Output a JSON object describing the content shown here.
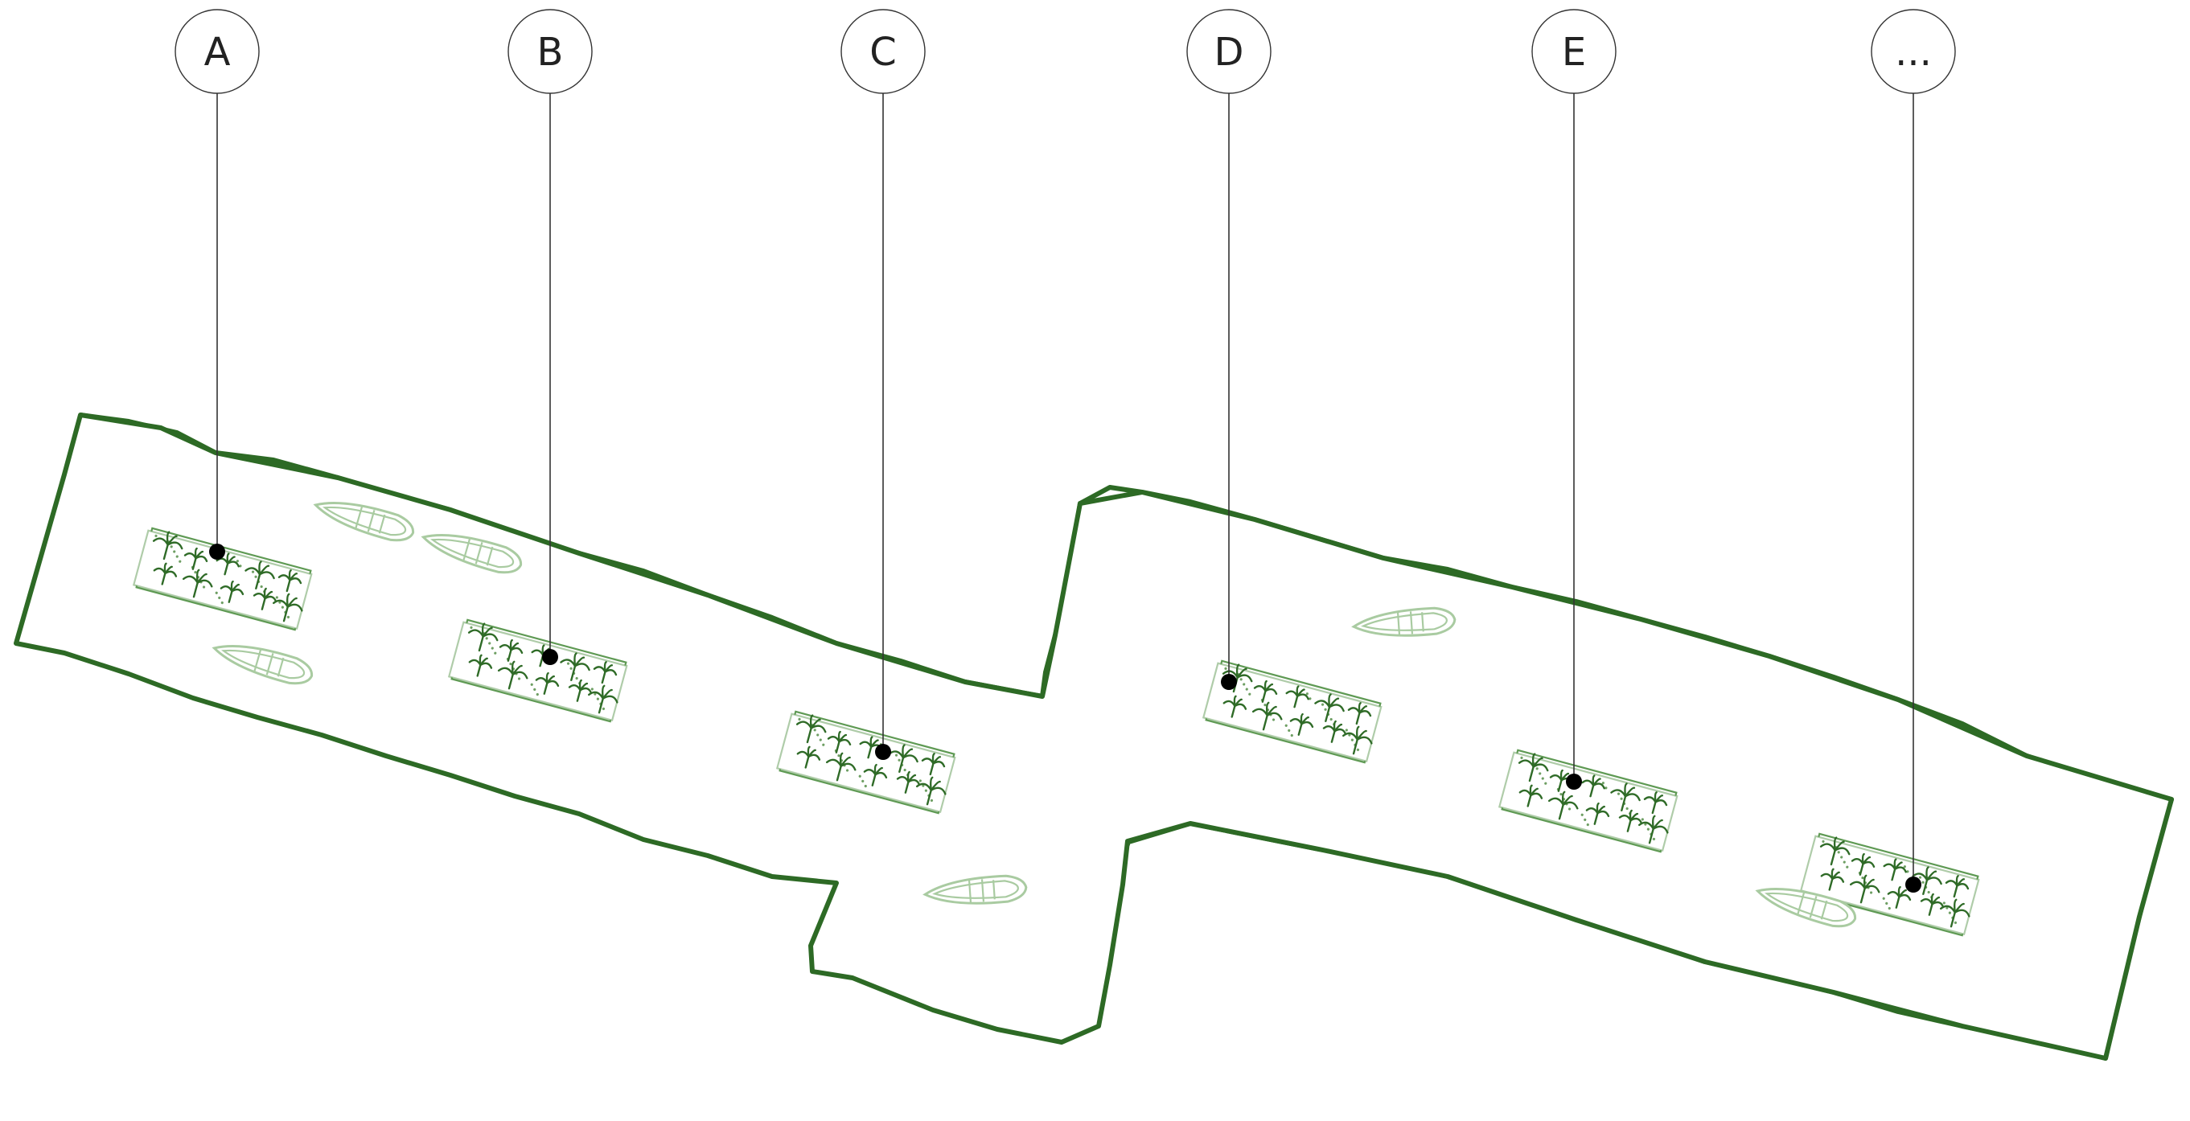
{
  "diagram": {
    "callouts": [
      {
        "id": "A",
        "label": "A"
      },
      {
        "id": "B",
        "label": "B"
      },
      {
        "id": "C",
        "label": "C"
      },
      {
        "id": "D",
        "label": "D"
      },
      {
        "id": "E",
        "label": "E"
      },
      {
        "id": "more",
        "label": "..."
      }
    ],
    "colors": {
      "outline": "#2d6a25",
      "planting": "#2f6b27",
      "boat": "#a9cba1",
      "leader": "#333333",
      "marker": "#000000"
    },
    "icons": [
      "planting-bed-icon",
      "boat-icon",
      "palm-plant-icon"
    ]
  }
}
